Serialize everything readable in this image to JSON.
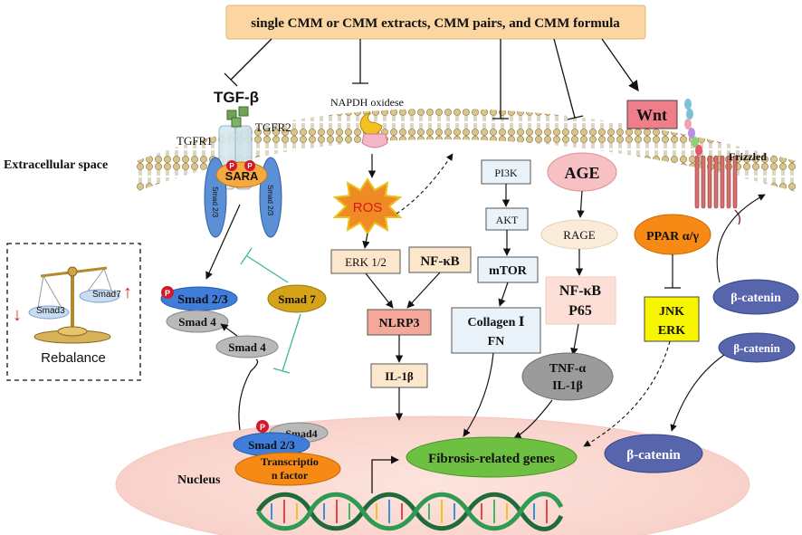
{
  "top_banner": "single CMM or CMM extracts, CMM pairs, and CMM formula",
  "labels": {
    "tgfb": "TGF-β",
    "tgfr1": "TGFR1",
    "tgfr2": "TGFR2",
    "sara": "SARA",
    "smad23_receptor": "Smad 2/3",
    "p": "P",
    "napdh": "NAPDH oxidese",
    "extracellular": "Extracellular space",
    "ros": "ROS",
    "erk": "ERK 1/2",
    "nfkb": "NF-κB",
    "nlrp3": "NLRP3",
    "il1b": "IL-1β",
    "pi3k": "PI3K",
    "akt": "AKT",
    "mtor": "mTOR",
    "collagen": "Collagen Ⅰ",
    "fn": "FN",
    "age": "AGE",
    "rage": "RAGE",
    "nfkb_p65_1": "NF-κB",
    "nfkb_p65_2": "P65",
    "tnfa": "TNF-α",
    "il1b_2": "IL-1β",
    "wnt": "Wnt",
    "frizzled": "Frizzled",
    "ppar": "PPAR α/γ",
    "jnk": "JNK",
    "erk2": "ERK",
    "bcat1": "β-catenin",
    "bcat2": "β-catenin",
    "bcat3": "β-catenin",
    "smad23": "Smad 2/3",
    "smad4": "Smad 4",
    "smad7": "Smad 7",
    "smad4_b": "Smad 4",
    "smad4_n": "Smad4",
    "smad23_n": "Smad 2/3",
    "tf1": "Transcriptio",
    "tf2": "n factor",
    "nucleus": "Nucleus",
    "fibrosis": "Fibrosis-related genes",
    "rebalance": "Rebalance",
    "scale_smad7": "Smad7",
    "scale_smad3": "Smad3",
    "arrow_down": "↓",
    "arrow_up": "↑"
  }
}
